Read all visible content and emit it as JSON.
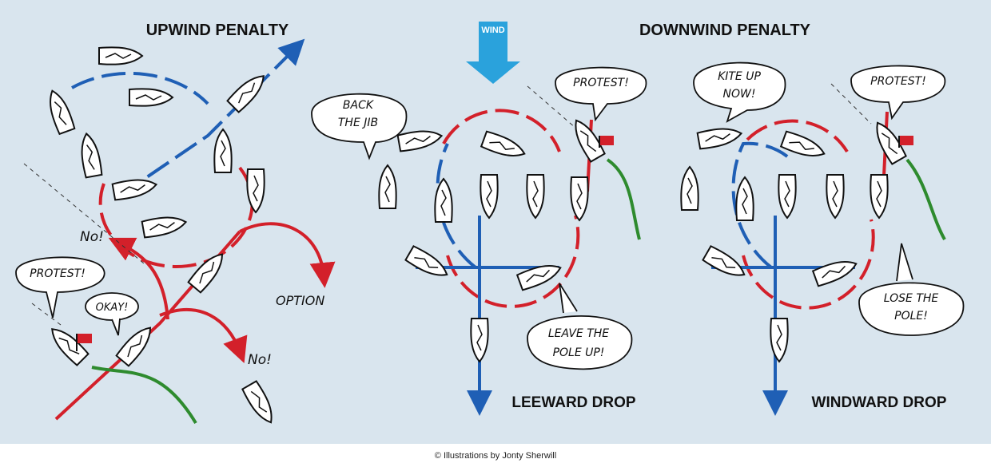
{
  "titles": {
    "upwind": "UPWIND PENALTY",
    "downwind": "DOWNWIND PENALTY",
    "wind": "WIND",
    "leeward": "LEEWARD DROP",
    "windward": "WINDWARD DROP"
  },
  "bubbles": {
    "protest_left": "PROTEST!",
    "okay": "OKAY!",
    "back_jib_1": "BACK",
    "back_jib_2": "THE JIB",
    "protest_mid": "PROTEST!",
    "kite_1": "KITE UP",
    "kite_2": "NOW!",
    "protest_right": "PROTEST!",
    "leave_1": "LEAVE THE",
    "leave_2": "POLE UP!",
    "lose_1": "LOSE THE",
    "lose_2": "POLE!"
  },
  "labels": {
    "no_top": "No!",
    "no_bottom": "No!",
    "option": "OPTION"
  },
  "credit": "© Illustrations by Jonty Sherwill",
  "colors": {
    "background": "#d9e5ee",
    "red": "#d3202a",
    "blue": "#1f5fb5",
    "green": "#2e8b2e",
    "wind_arrow": "#2aa2dc"
  }
}
